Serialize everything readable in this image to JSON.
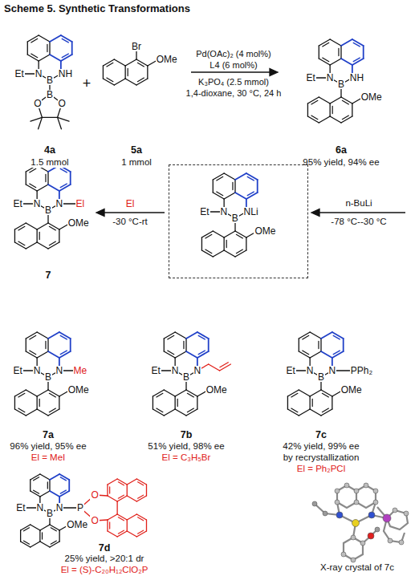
{
  "diagram": {
    "title": "Scheme 5. Synthetic Transformations",
    "nodes": [
      {
        "text": [
          "Et",
          "N",
          "B",
          "NLi",
          "OMe"
        ]
      }
    ],
    "labels": [
      "Et",
      "N",
      "B",
      "NH",
      "B",
      "O",
      "O",
      "4a",
      "1.5 mmol",
      "+",
      "Br",
      "OMe",
      "5a",
      "1 mmol",
      "Pd(OAc)₂ (4 mol%)",
      "L4 (6 mol%)",
      "K₃PO₄ (2.5 mmol)",
      "1,4-dioxane, 30 °C, 24 h",
      "Et",
      "N",
      "B",
      "NH",
      "OMe",
      "6a",
      "95% yield, 94% ee",
      "n-BuLi",
      "-78 °C--30 °C",
      "El",
      "-30 °C-rt",
      "Et",
      "N",
      "B",
      "N",
      "El",
      "OMe",
      "7",
      "Et",
      "N",
      "B",
      "N",
      "Me",
      "OMe",
      "7a",
      "96% yield, 95% ee",
      "El = MeI",
      "Et",
      "N",
      "B",
      "N",
      "OMe",
      "7b",
      "51% yield, 98% ee",
      "El = C₃H₅Br",
      "Et",
      "N",
      "B",
      "N",
      "PPh₂",
      "OMe",
      "7c",
      "42% yield, 99% ee",
      "by recrystallization",
      "El = Ph₂PCl",
      "Et",
      "N",
      "B",
      "N",
      "P",
      "O",
      "O",
      "OMe",
      "7d",
      "25% yield, >20:1 dr",
      "El = (S)-C₂₀H₁₂ClO₂P",
      "X-ray crystal of 7c"
    ]
  }
}
